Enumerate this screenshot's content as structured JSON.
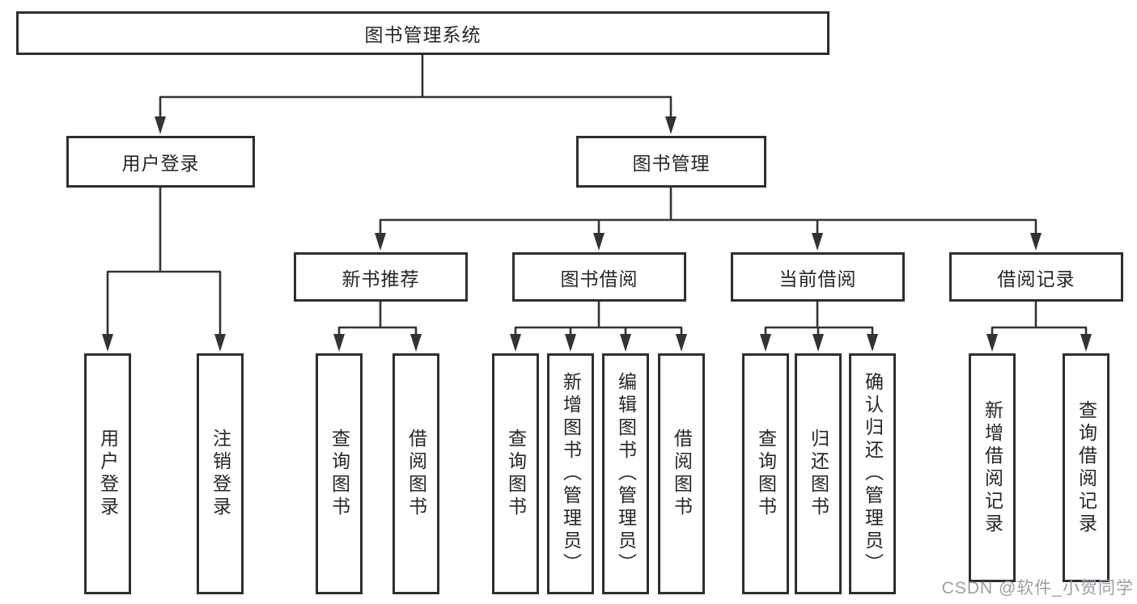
{
  "tree": {
    "root": {
      "label": "图书管理系统",
      "children": [
        {
          "label": "用户登录",
          "children": [
            {
              "label": "用户登录"
            },
            {
              "label": "注销登录"
            }
          ]
        },
        {
          "label": "图书管理",
          "children": [
            {
              "label": "新书推荐",
              "children": [
                {
                  "label": "查询图书"
                },
                {
                  "label": "借阅图书"
                }
              ]
            },
            {
              "label": "图书借阅",
              "children": [
                {
                  "label": "查询图书"
                },
                {
                  "label": "新增图书（管理员）"
                },
                {
                  "label": "编辑图书（管理员）"
                },
                {
                  "label": "借阅图书"
                }
              ]
            },
            {
              "label": "当前借阅",
              "children": [
                {
                  "label": "查询图书"
                },
                {
                  "label": "归还图书"
                },
                {
                  "label": "确认归还（管理员）"
                }
              ]
            },
            {
              "label": "借阅记录",
              "children": [
                {
                  "label": "新增借阅记录"
                },
                {
                  "label": "查询借阅记录"
                }
              ]
            }
          ]
        }
      ]
    }
  },
  "watermark": {
    "text": "CSDN @软件_小贺同学"
  },
  "colors": {
    "line": "#333333",
    "border": "#2e2e2e",
    "text": "#262626",
    "background": "#ffffff",
    "watermark": "#9aa0a6"
  }
}
